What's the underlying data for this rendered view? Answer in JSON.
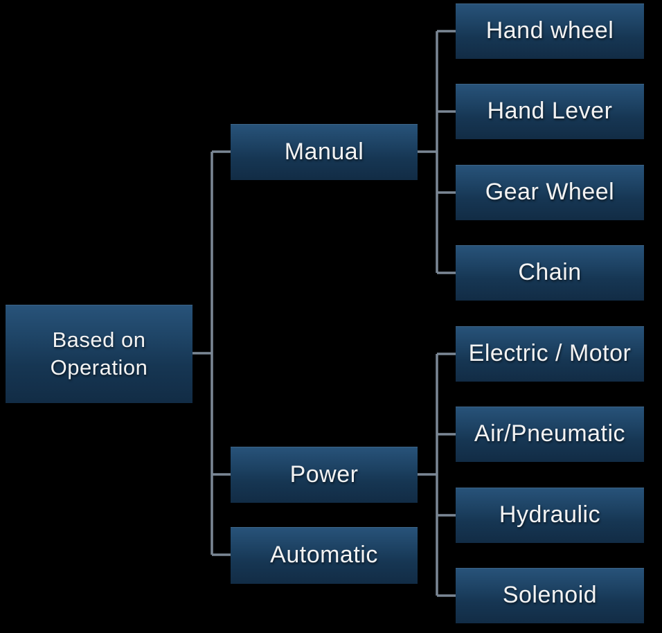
{
  "diagram": {
    "type": "hierarchy-tree",
    "root": {
      "label": "Based on Operation"
    },
    "level1": [
      {
        "id": "manual",
        "label": "Manual"
      },
      {
        "id": "power",
        "label": "Power"
      },
      {
        "id": "automatic",
        "label": "Automatic"
      }
    ],
    "manual_children": [
      {
        "label": "Hand wheel"
      },
      {
        "label": "Hand Lever"
      },
      {
        "label": "Gear Wheel"
      },
      {
        "label": "Chain"
      }
    ],
    "power_children": [
      {
        "label": "Electric / Motor"
      },
      {
        "label": "Air/Pneumatic"
      },
      {
        "label": "Hydraulic"
      },
      {
        "label": "Solenoid"
      }
    ],
    "colors": {
      "background": "#000000",
      "box_gradient_top": "#28537a",
      "box_gradient_bottom": "#122c45",
      "connector_line": "#7b8795",
      "text": "#f3f3f3"
    }
  }
}
